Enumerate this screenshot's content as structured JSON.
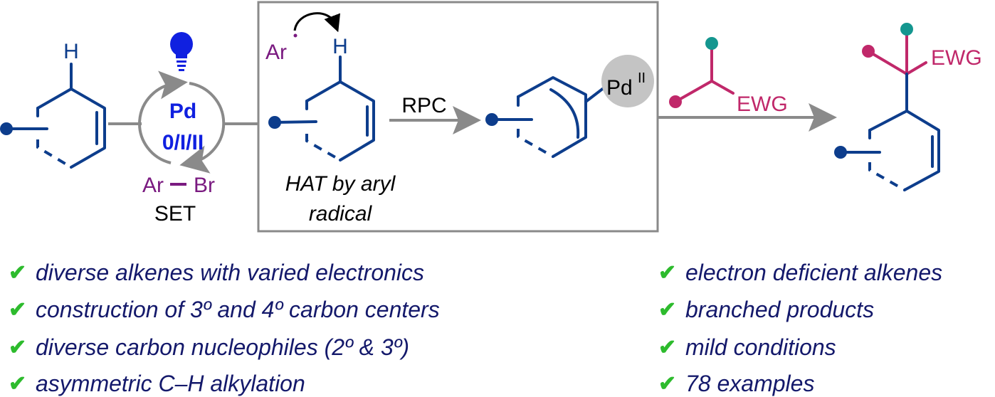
{
  "scheme": {
    "h_label": "H",
    "catalyst": {
      "metal": "Pd",
      "oxidation_states": "0/I/II",
      "reagent_ar": "Ar",
      "reagent_br": "Br",
      "process": "SET"
    },
    "box": {
      "radical_label": "Ar",
      "h_label": "H",
      "caption_line1": "HAT by aryl",
      "caption_line2": "radical",
      "arrow_label": "RPC",
      "pd_label": "Pd",
      "pd_superscript": "II"
    },
    "nucleophile": {
      "ewg_label": "EWG"
    },
    "product": {
      "ewg_label": "EWG"
    },
    "colors": {
      "ring": "#0d3d8c",
      "nucleophile": "#c0286a",
      "teal": "#14968f",
      "aryl": "#7a1a80",
      "catalyst": "#1020e0",
      "check": "#2dbb2d",
      "text": "#14196b"
    }
  },
  "features_left": [
    "diverse alkenes with varied electronics",
    "construction of 3º and 4º carbon centers",
    "diverse carbon nucleophiles (2º & 3º)",
    "asymmetric C–H alkylation"
  ],
  "features_right": [
    "electron deficient alkenes",
    "branched products",
    "mild conditions",
    "78 examples"
  ],
  "check_symbol": "✔"
}
